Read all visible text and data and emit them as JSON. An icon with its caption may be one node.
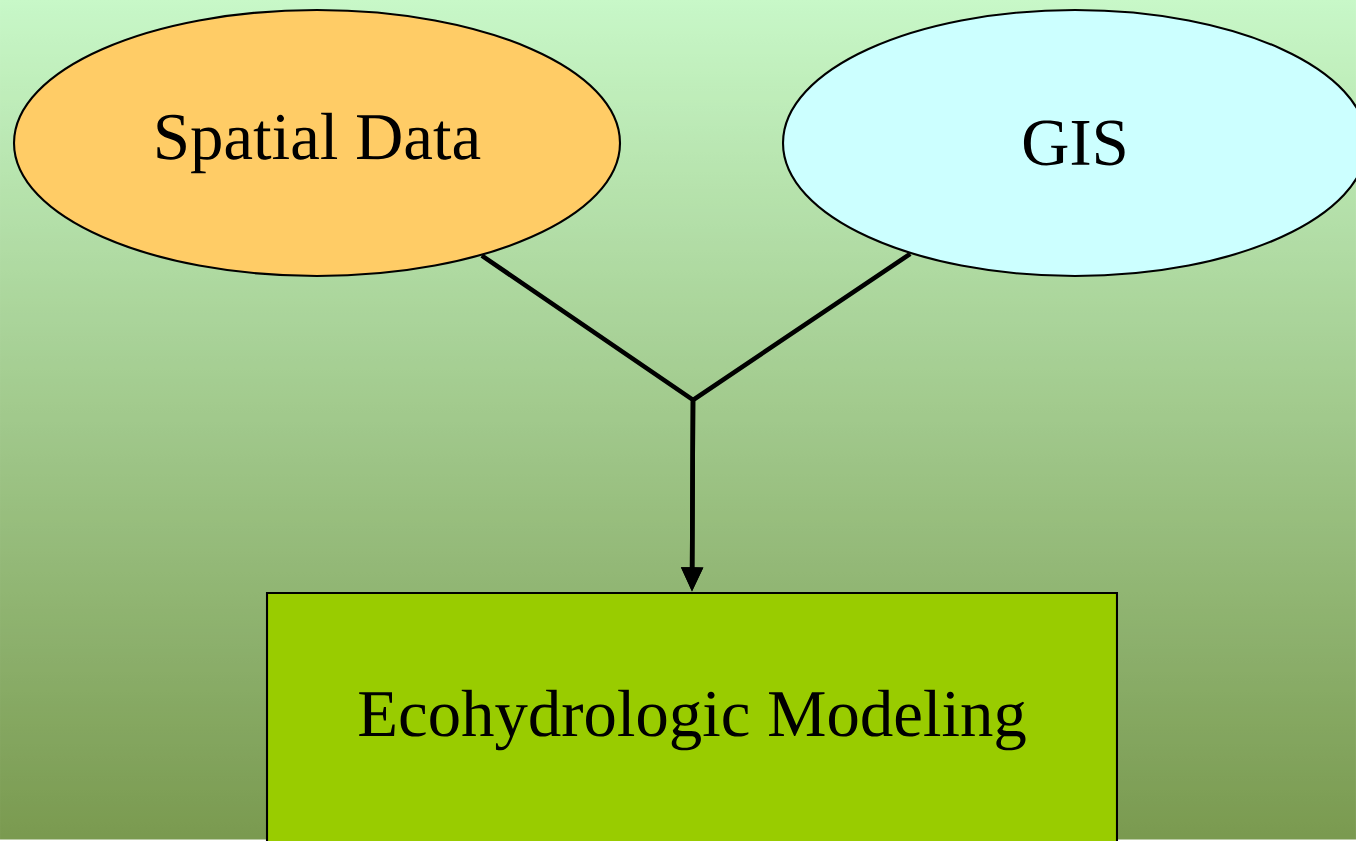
{
  "diagram": {
    "nodes": [
      {
        "text": [
          "Spatial Data"
        ]
      },
      {
        "text": [
          "GIS"
        ]
      },
      {
        "text": [
          "Ecohydrologic Modeling"
        ]
      }
    ],
    "edges": [
      {
        "from": 0,
        "to": 2,
        "arrow": "to"
      },
      {
        "from": 1,
        "to": 2,
        "arrow": "to"
      }
    ]
  }
}
